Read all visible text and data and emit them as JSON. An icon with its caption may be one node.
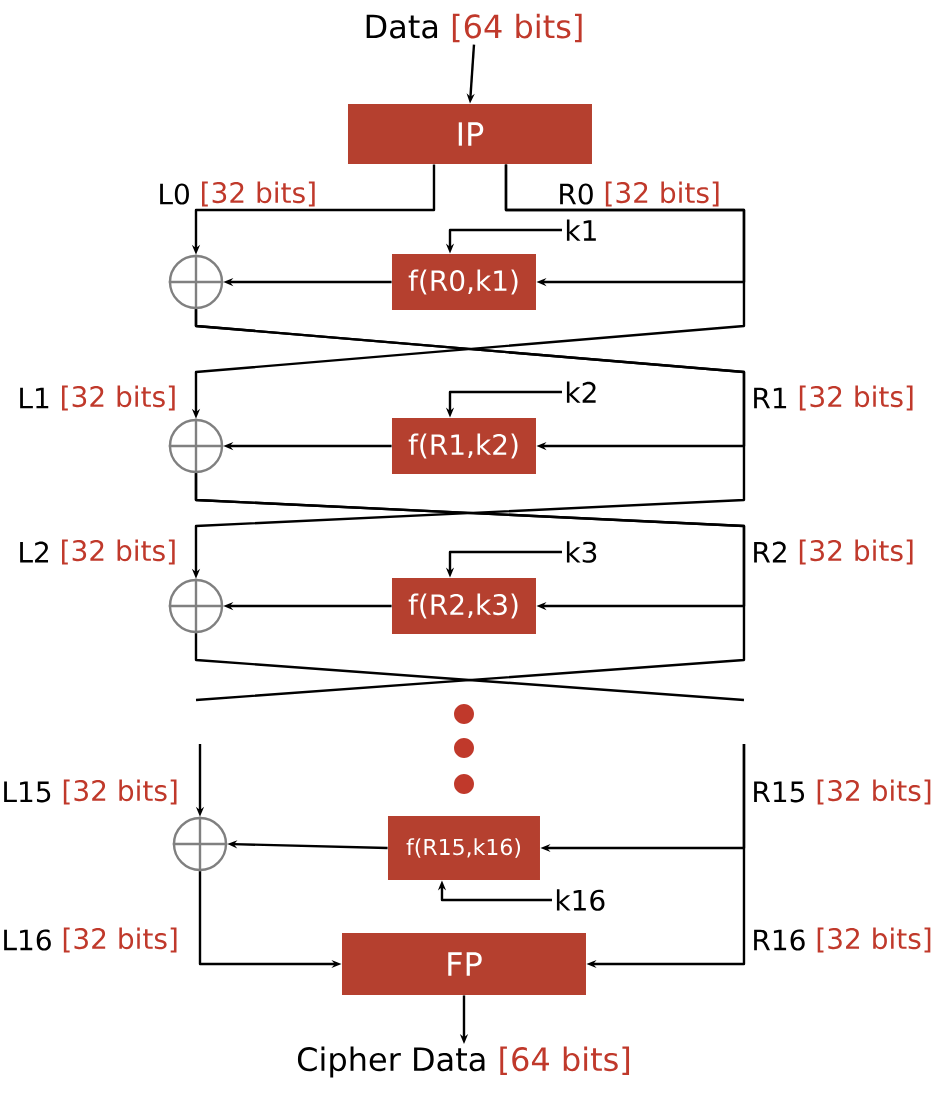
{
  "diagram": {
    "nodes": [
      {
        "text": [
          "Data",
          "[64 bits]"
        ]
      },
      {
        "text": [
          "IP"
        ]
      },
      {
        "text": [
          "k1"
        ]
      },
      {
        "text": [],
        "shape": "circle"
      },
      {
        "text": [
          "f(R0,k1)"
        ]
      },
      {
        "text": [
          "k2"
        ]
      },
      {
        "text": [],
        "shape": "circle"
      },
      {
        "text": [
          "f(R1,k2)"
        ]
      },
      {
        "text": [
          "k3"
        ]
      },
      {
        "text": [],
        "shape": "circle"
      },
      {
        "text": [
          "f(R2,k3)"
        ]
      },
      {
        "text": [],
        "shape": "circle"
      },
      {
        "text": [
          "f(R15,k16)"
        ]
      },
      {
        "text": [
          "k16"
        ]
      },
      {
        "text": [
          "FP"
        ]
      },
      {
        "text": [
          "Cipher Data",
          "[64 bits]"
        ]
      }
    ],
    "edges": [
      {
        "from": 0,
        "to": 1,
        "arrow": "to"
      },
      {
        "from": 1,
        "to": 3,
        "arrow": "to"
      },
      {
        "from": 1,
        "to": 4,
        "arrow": "to"
      },
      {
        "from": 1,
        "to": 6,
        "arrow": "to"
      },
      {
        "from": 2,
        "to": 4,
        "arrow": "to"
      },
      {
        "from": 4,
        "to": 3,
        "arrow": "to"
      },
      {
        "from": 3,
        "to": 7,
        "arrow": "to"
      },
      {
        "from": 3,
        "to": 9,
        "arrow": "to"
      },
      {
        "from": 5,
        "to": 7,
        "arrow": "to"
      },
      {
        "from": 7,
        "to": 6,
        "arrow": "to"
      },
      {
        "from": 6,
        "to": 10,
        "arrow": "to"
      },
      {
        "from": 6,
        "to": null,
        "arrow": "none"
      },
      {
        "from": 8,
        "to": 10,
        "arrow": "to"
      },
      {
        "from": 10,
        "to": 9,
        "arrow": "to"
      },
      {
        "from": 9,
        "to": null,
        "arrow": "none"
      },
      {
        "from": null,
        "to": 11,
        "arrow": "to"
      },
      {
        "from": null,
        "to": 12,
        "arrow": "to"
      },
      {
        "from": null,
        "to": 14,
        "arrow": "to"
      },
      {
        "from": 13,
        "to": 12,
        "arrow": "to"
      },
      {
        "from": 12,
        "to": 11,
        "arrow": "to"
      },
      {
        "from": 11,
        "to": 14,
        "arrow": "to"
      },
      {
        "from": 14,
        "to": 15,
        "arrow": "to"
      }
    ],
    "labels": [
      "L0",
      "[32 bits]",
      "R0",
      "[32 bits]",
      "L1",
      "[32 bits]",
      "R1",
      "[32 bits]",
      "L2",
      "[32 bits]",
      "R2",
      "[32 bits]",
      "L15",
      "[32 bits]",
      "R15",
      "[32 bits]",
      "L16",
      "[32 bits]",
      "R16",
      "[32 bits]"
    ]
  }
}
